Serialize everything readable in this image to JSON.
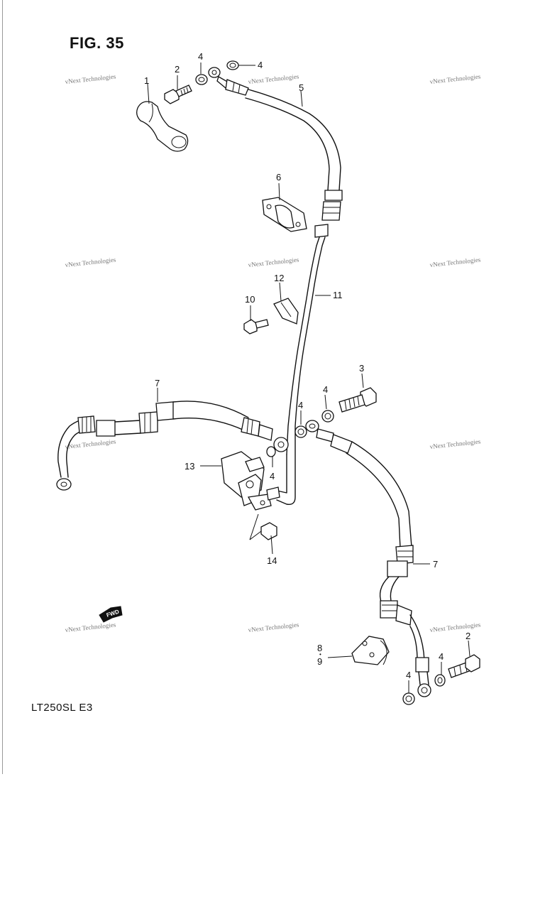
{
  "figure": {
    "title": "FIG. 35",
    "model_label": "LT250SL E3",
    "watermark_text": "vNext Technologies",
    "fwd_label": "FWD"
  },
  "callouts": [
    {
      "id": "c1",
      "text": "1"
    },
    {
      "id": "c2",
      "text": "2"
    },
    {
      "id": "c4a",
      "text": "4"
    },
    {
      "id": "c4b",
      "text": "4"
    },
    {
      "id": "c5",
      "text": "5"
    },
    {
      "id": "c6",
      "text": "6"
    },
    {
      "id": "c11",
      "text": "11"
    },
    {
      "id": "c12",
      "text": "12"
    },
    {
      "id": "c10",
      "text": "10"
    },
    {
      "id": "c3",
      "text": "3"
    },
    {
      "id": "c7a",
      "text": "7"
    },
    {
      "id": "c4c",
      "text": "4"
    },
    {
      "id": "c4d",
      "text": "4"
    },
    {
      "id": "c13",
      "text": "13"
    },
    {
      "id": "c4e",
      "text": "4"
    },
    {
      "id": "c14",
      "text": "14"
    },
    {
      "id": "c7b",
      "text": "7"
    },
    {
      "id": "c8",
      "text": "8"
    },
    {
      "id": "c9",
      "text": "9"
    },
    {
      "id": "c2b",
      "text": "2"
    },
    {
      "id": "c4f",
      "text": "4"
    },
    {
      "id": "c4g",
      "text": "4"
    }
  ]
}
